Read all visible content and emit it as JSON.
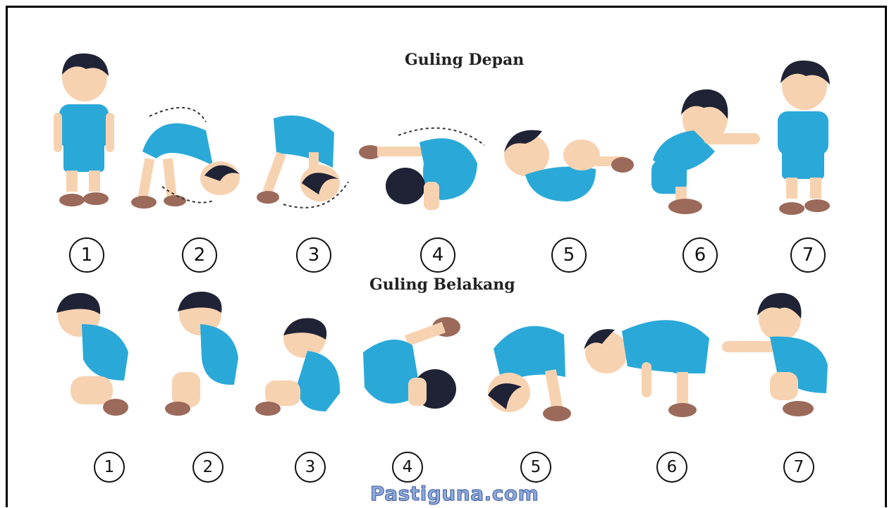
{
  "sections": [
    {
      "title": "Guling Depan",
      "steps": [
        "1",
        "2",
        "3",
        "4",
        "5",
        "6",
        "7"
      ]
    },
    {
      "title": "Guling Belakang",
      "steps": [
        "1",
        "2",
        "3",
        "4",
        "5",
        "6",
        "7"
      ]
    }
  ],
  "watermark": "Pastiguna.com",
  "colors": {
    "shirt": "#2aa9d8",
    "skin": "#f7d2b0",
    "hair": "#1f2335",
    "shoe": "#9b6a5a"
  }
}
